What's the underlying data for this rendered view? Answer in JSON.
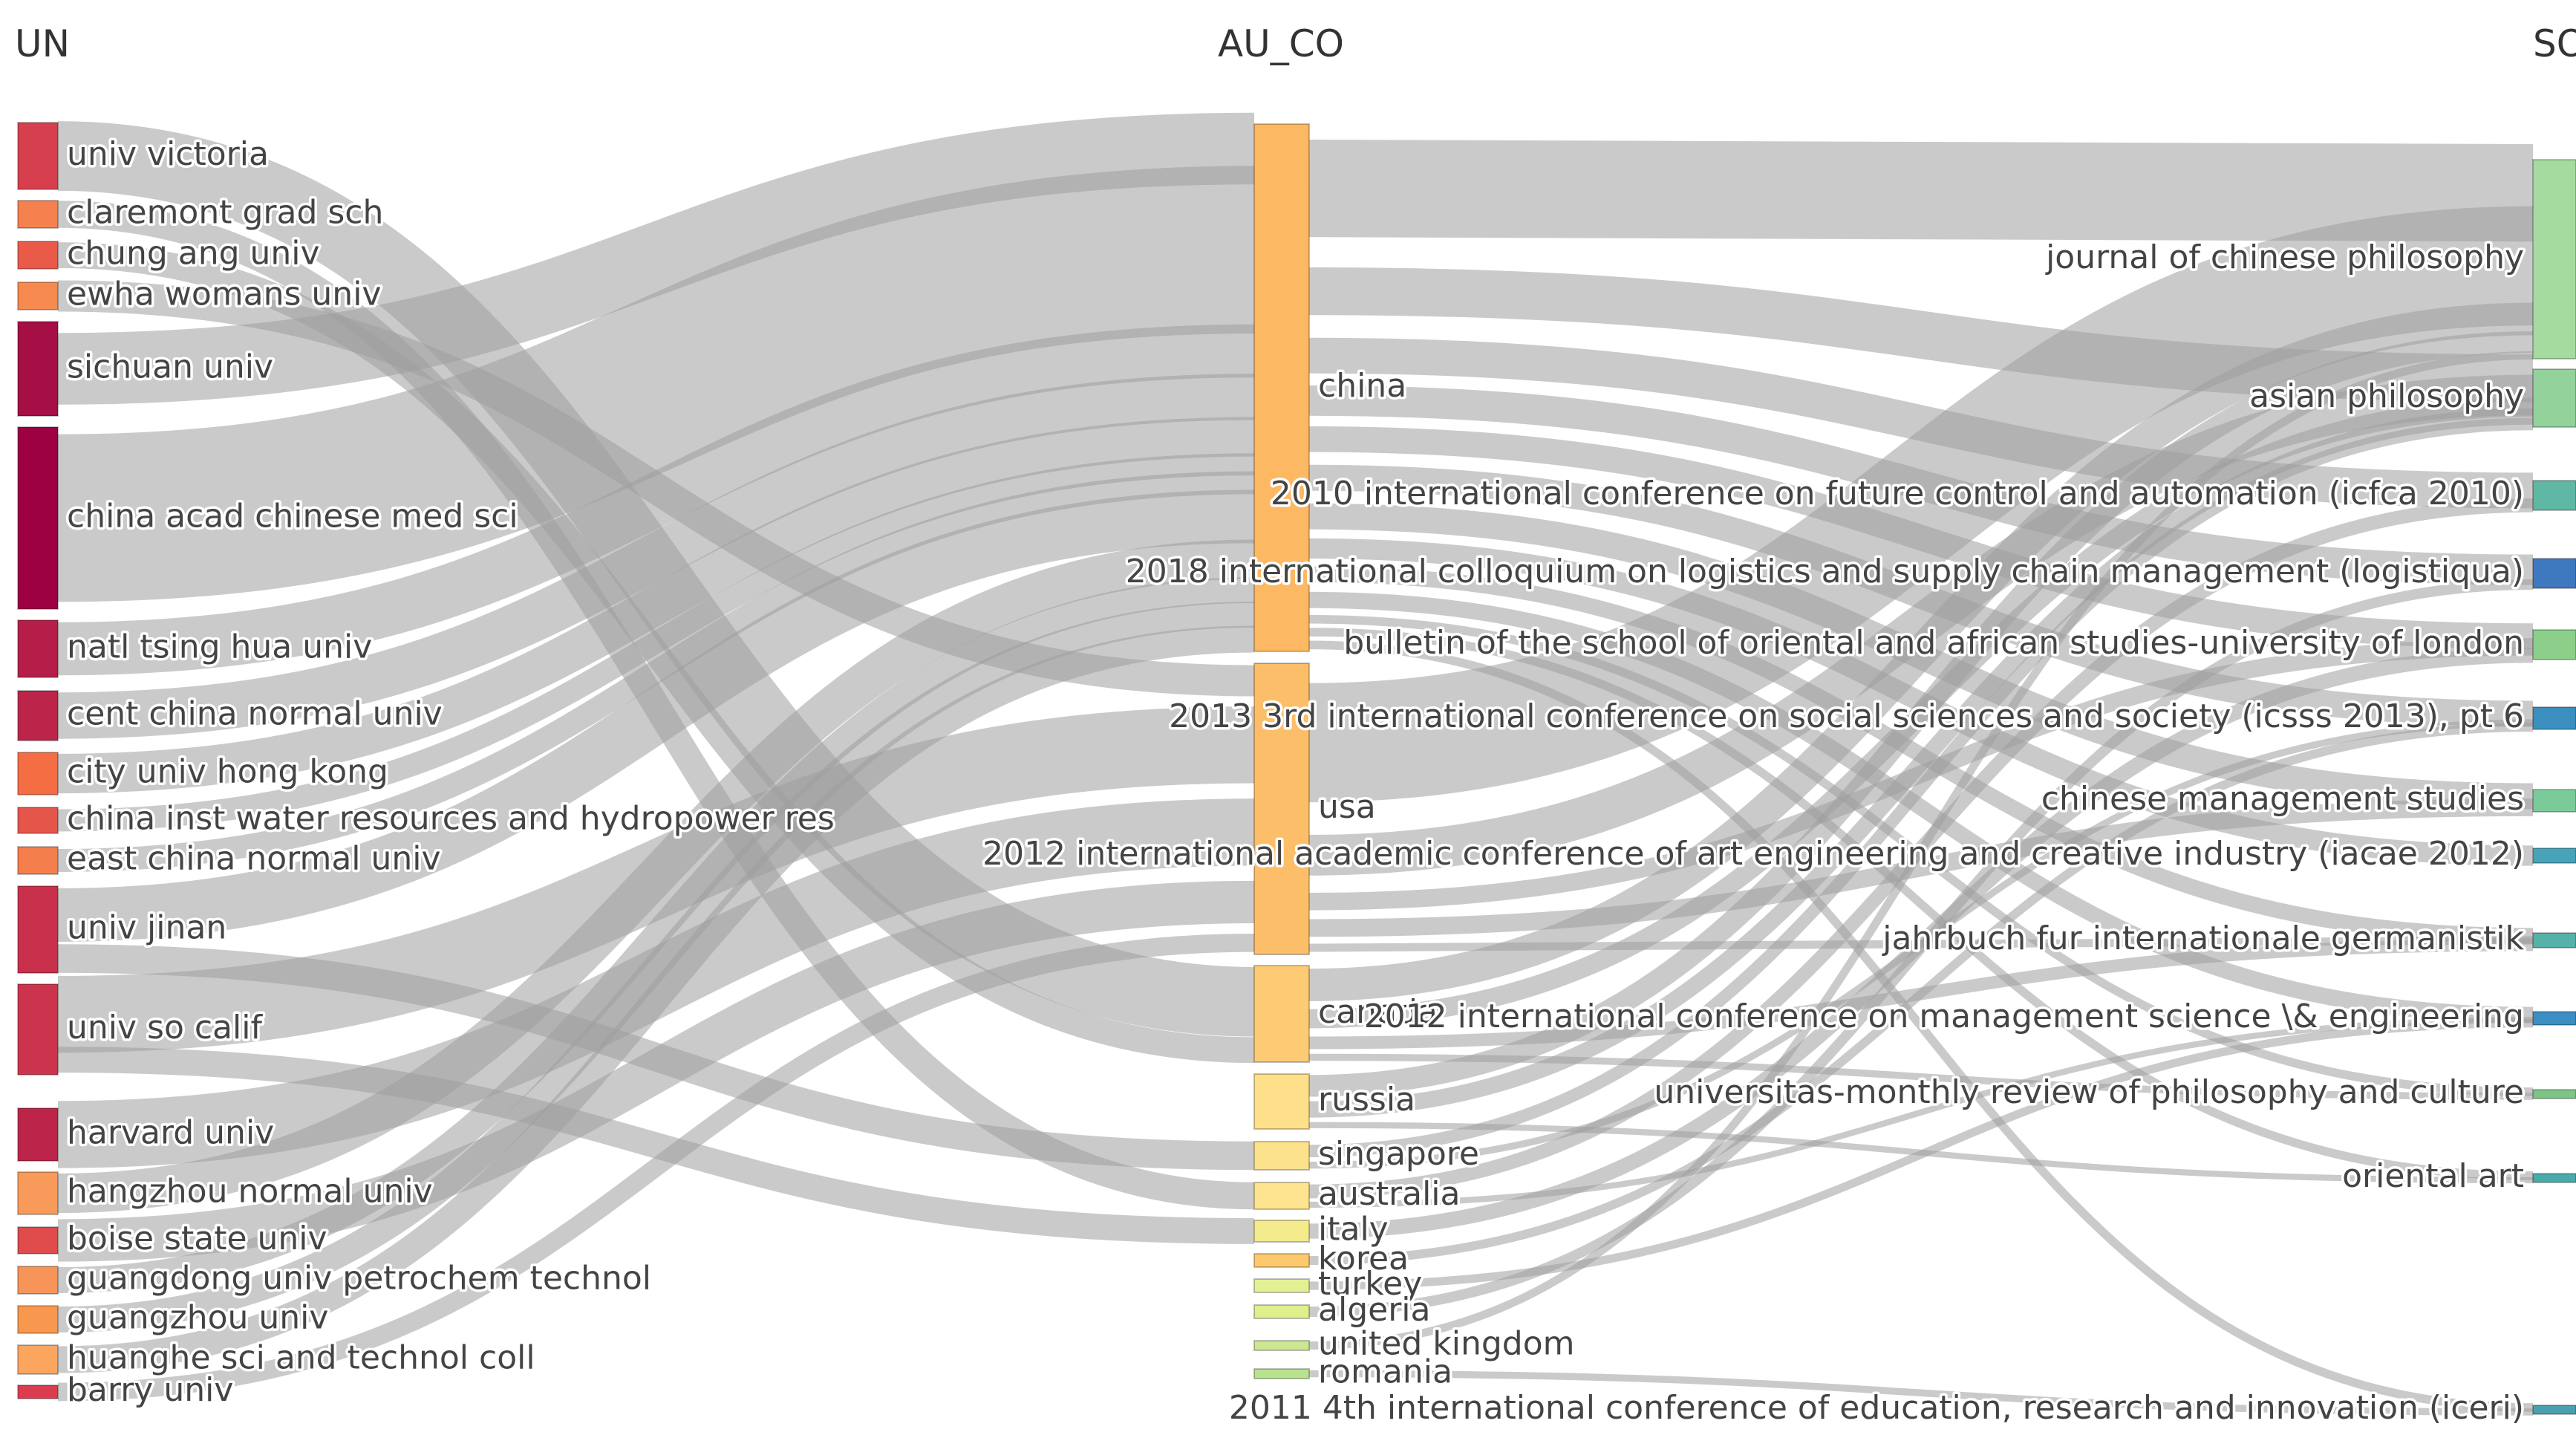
{
  "columns": [
    "UN",
    "AU_CO",
    "SO"
  ],
  "nodes": {
    "un": [
      {
        "id": "u1",
        "label": "univ victoria",
        "color": "#d6404e"
      },
      {
        "id": "u2",
        "label": "claremont grad sch",
        "color": "#f5824e"
      },
      {
        "id": "u3",
        "label": "chung ang univ",
        "color": "#ea5a48"
      },
      {
        "id": "u4",
        "label": "ewha womans univ",
        "color": "#f68a4f"
      },
      {
        "id": "u5",
        "label": "sichuan univ",
        "color": "#a50f45"
      },
      {
        "id": "u6",
        "label": "china acad chinese med sci",
        "color": "#9e0142"
      },
      {
        "id": "u7",
        "label": "natl tsing hua univ",
        "color": "#b41e48"
      },
      {
        "id": "u8",
        "label": "cent china normal univ",
        "color": "#bc2449"
      },
      {
        "id": "u9",
        "label": "city univ hong kong",
        "color": "#f46d43"
      },
      {
        "id": "u10",
        "label": "china inst water resources and hydropower res",
        "color": "#e4554a"
      },
      {
        "id": "u11",
        "label": "east china normal univ",
        "color": "#f57f4c"
      },
      {
        "id": "u12",
        "label": "univ jinan",
        "color": "#c8304c"
      },
      {
        "id": "u13",
        "label": "univ so calif",
        "color": "#cc344d"
      },
      {
        "id": "u14",
        "label": "harvard univ",
        "color": "#bc2449"
      },
      {
        "id": "u15",
        "label": "hangzhou normal univ",
        "color": "#f89a5a"
      },
      {
        "id": "u16",
        "label": "boise state univ",
        "color": "#e04b4b"
      },
      {
        "id": "u17",
        "label": "guangdong univ petrochem technol",
        "color": "#f7945a"
      },
      {
        "id": "u18",
        "label": "guangzhou univ",
        "color": "#f8984f"
      },
      {
        "id": "u19",
        "label": "huanghe sci and technol coll",
        "color": "#fba55f"
      },
      {
        "id": "u20",
        "label": "barry univ",
        "color": "#dc3c50"
      }
    ],
    "au_co": [
      {
        "id": "c1",
        "label": "china",
        "color": "#fdb863"
      },
      {
        "id": "c2",
        "label": "usa",
        "color": "#fdbe6a"
      },
      {
        "id": "c3",
        "label": "canada",
        "color": "#fdcb74"
      },
      {
        "id": "c4",
        "label": "russia",
        "color": "#fee08b"
      },
      {
        "id": "c5",
        "label": "singapore",
        "color": "#fde28c"
      },
      {
        "id": "c6",
        "label": "australia",
        "color": "#fee491"
      },
      {
        "id": "c7",
        "label": "italy",
        "color": "#f4ec8c"
      },
      {
        "id": "c8",
        "label": "korea",
        "color": "#fdc96f"
      },
      {
        "id": "c9",
        "label": "turkey",
        "color": "#e4f094"
      },
      {
        "id": "c10",
        "label": "algeria",
        "color": "#e0ee8b"
      },
      {
        "id": "c11",
        "label": "united kingdom",
        "color": "#cbe78f"
      },
      {
        "id": "c12",
        "label": "romania",
        "color": "#b9e28f"
      }
    ],
    "so": [
      {
        "id": "s1",
        "label": "journal of chinese philosophy",
        "color": "#a6dba0"
      },
      {
        "id": "s2",
        "label": "asian philosophy",
        "color": "#93d29a"
      },
      {
        "id": "s3",
        "label": "2010 international conference on future control and automation (icfca 2010)",
        "color": "#5fb8a4"
      },
      {
        "id": "s4",
        "label": "2018 international colloquium on logistics and supply chain management (logistiqua)",
        "color": "#3e79c0"
      },
      {
        "id": "s5",
        "label": "bulletin of the school of oriental and african studies-university of london",
        "color": "#8ccf8a"
      },
      {
        "id": "s6",
        "label": "2013 3rd international conference on social sciences and society (icsss 2013), pt 6",
        "color": "#3a8fbe"
      },
      {
        "id": "s7",
        "label": "chinese management studies",
        "color": "#7bcb9a"
      },
      {
        "id": "s8",
        "label": "2012 international academic conference of art engineering and creative industry (iacae 2012)",
        "color": "#47a3b8"
      },
      {
        "id": "s9",
        "label": "jahrbuch fur internationale germanistik",
        "color": "#55b2a8"
      },
      {
        "id": "s10",
        "label": "2012 international conference on management science \\& engineering",
        "color": "#3b8ec2"
      },
      {
        "id": "s11",
        "label": "universitas-monthly review of philosophy and culture",
        "color": "#7ec486"
      },
      {
        "id": "s12",
        "label": "oriental art",
        "color": "#4aa9a9"
      },
      {
        "id": "s13",
        "label": "2011 4th international conference of education, research and innovation (iceri)",
        "color": "#48a0b0"
      }
    ]
  },
  "links": [
    [
      "u1",
      "c3",
      9
    ],
    [
      "u2",
      "c6",
      3
    ],
    [
      "u3",
      "c3",
      3
    ],
    [
      "u4",
      "c2",
      3
    ],
    [
      "u5",
      "c1",
      8
    ],
    [
      "u6",
      "c1",
      25
    ],
    [
      "u7",
      "c1",
      8
    ],
    [
      "u8",
      "c1",
      7
    ],
    [
      "u9",
      "c1",
      6
    ],
    [
      "u10",
      "c1",
      3
    ],
    [
      "u11",
      "c1",
      3
    ],
    [
      "u12",
      "c1",
      8
    ],
    [
      "u12",
      "c5",
      4
    ],
    [
      "u13",
      "c2",
      8
    ],
    [
      "u13",
      "c7",
      4
    ],
    [
      "u14",
      "c2",
      7
    ],
    [
      "u15",
      "c1",
      6
    ],
    [
      "u16",
      "c2",
      5
    ],
    [
      "u17",
      "c1",
      4
    ],
    [
      "u18",
      "c1",
      4
    ],
    [
      "u19",
      "c1",
      4
    ],
    [
      "u20",
      "c2",
      2
    ],
    [
      "c1",
      "s1",
      10
    ],
    [
      "c1",
      "s2",
      6
    ],
    [
      "c1",
      "s3",
      4
    ],
    [
      "c1",
      "s4",
      3
    ],
    [
      "c1",
      "s5",
      3
    ],
    [
      "c1",
      "s6",
      3
    ],
    [
      "c1",
      "s7",
      3
    ],
    [
      "c1",
      "s8",
      2
    ],
    [
      "c1",
      "s9",
      2
    ],
    [
      "c1",
      "s10",
      2
    ],
    [
      "c1",
      "s11",
      1
    ],
    [
      "c1",
      "s12",
      1
    ],
    [
      "c1",
      "s13",
      1
    ],
    [
      "c2",
      "s1",
      12
    ],
    [
      "c2",
      "s2",
      5
    ],
    [
      "c2",
      "s5",
      2
    ],
    [
      "c2",
      "s7",
      2
    ],
    [
      "c2",
      "s9",
      1
    ],
    [
      "c3",
      "s1",
      4
    ],
    [
      "c3",
      "s2",
      3
    ],
    [
      "c3",
      "s9",
      2
    ],
    [
      "c3",
      "s11",
      1
    ],
    [
      "c4",
      "s1",
      3
    ],
    [
      "c4",
      "s2",
      3
    ],
    [
      "c4",
      "s12",
      1
    ],
    [
      "c5",
      "s2",
      2
    ],
    [
      "c5",
      "s6",
      1
    ],
    [
      "c6",
      "s3",
      2
    ],
    [
      "c6",
      "s10",
      1
    ],
    [
      "c7",
      "s5",
      2
    ],
    [
      "c8",
      "s6",
      1
    ],
    [
      "c9",
      "s10",
      1
    ],
    [
      "c10",
      "s4",
      1
    ],
    [
      "c11",
      "s1",
      1
    ],
    [
      "c12",
      "s13",
      1
    ]
  ]
}
